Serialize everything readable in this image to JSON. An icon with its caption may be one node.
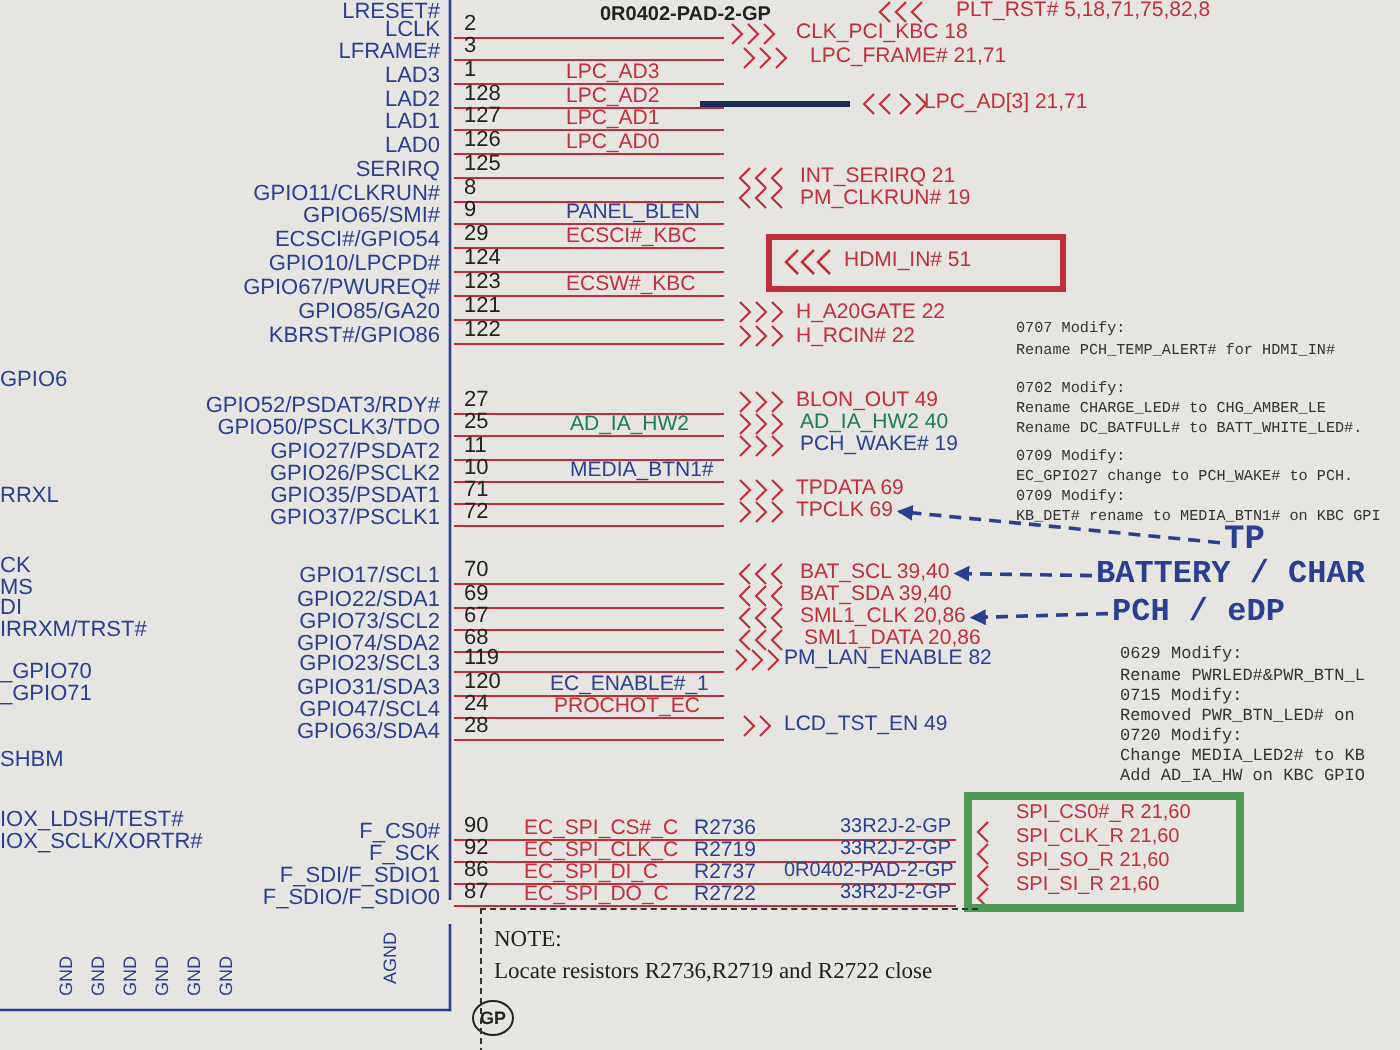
{
  "diagram": {
    "nodes": [
      {
        "text": [
          "HDMI_IN#  51"
        ]
      },
      {
        "text": [
          "SPI_CS0#_R  21,60",
          "SPI_CLK_R  21,60",
          "SPI_SO_R  21,60",
          "SPI_SI_R  21,60"
        ]
      },
      {
        "text": [
          "NOTE:",
          "Locate resistors R2736,R2719 and R2722 close"
        ]
      },
      {
        "text": [
          "TPCLK  69"
        ]
      },
      {
        "text": [
          "TP"
        ]
      },
      {
        "text": [
          "BAT_SCL  39,40"
        ]
      },
      {
        "text": [
          "BATTERY / CHAR"
        ]
      },
      {
        "text": [
          "SML1_CLK  20,86"
        ]
      },
      {
        "text": [
          "PCH / eDP"
        ]
      }
    ],
    "edges": [
      {
        "from": 4,
        "to": 3,
        "arrow": "to",
        "style": "dashed"
      },
      {
        "from": 6,
        "to": 5,
        "arrow": "to",
        "style": "dashed"
      },
      {
        "from": 8,
        "to": 7,
        "arrow": "to",
        "style": "dashed"
      }
    ],
    "labels": [
      "LRESET#",
      "LCLK",
      "LFRAME#",
      "LAD3",
      "LAD2",
      "LAD1",
      "LAD0",
      "SERIRQ",
      "GPIO11/CLKRUN#",
      "GPIO65/SMI#",
      "ECSCI#/GPIO54",
      "GPIO10/LPCPD#",
      "GPIO67/PWUREQ#",
      "GPIO85/GA20",
      "KBRST#/GPIO86",
      "GPIO52/PSDAT3/RDY#",
      "GPIO50/PSCLK3/TDO",
      "GPIO27/PSDAT2",
      "GPIO26/PSCLK2",
      "GPIO35/PSDAT1",
      "GPIO37/PSCLK1",
      "GPIO17/SCL1",
      "GPIO22/SDA1",
      "GPIO73/SCL2",
      "GPIO74/SDA2",
      "GPIO23/SCL3",
      "GPIO31/SDA3",
      "GPIO47/SCL4",
      "GPIO63/SDA4",
      "F_CS0#",
      "F_SCK",
      "F_SDI/F_SDIO1",
      "F_SDIO/F_SDIO0",
      "2",
      "3",
      "1",
      "128",
      "127",
      "126",
      "125",
      "8",
      "9",
      "29",
      "124",
      "123",
      "121",
      "122",
      "27",
      "25",
      "11",
      "10",
      "71",
      "72",
      "70",
      "69",
      "67",
      "68",
      "119",
      "120",
      "24",
      "28",
      "90",
      "92",
      "86",
      "87",
      "GPIO6",
      "RRXL",
      "CK",
      "MS",
      "DI",
      "IRRXM/TRST#",
      "_GPIO70",
      "_GPIO71",
      "SHBM",
      "IOX_LDSH/TEST#",
      "IOX_SCLK/XORTR#",
      "GND",
      "GND",
      "GND",
      "GND",
      "GND",
      "GND",
      "AGND",
      "LPC_AD3",
      "LPC_AD2",
      "LPC_AD1",
      "LPC_AD0",
      "PANEL_BLEN",
      "ECSCI#_KBC",
      "ECSW#_KBC",
      "AD_IA_HW2",
      "MEDIA_BTN1#",
      "EC_ENABLE#_1",
      "PROCHOT_EC",
      "EC_SPI_CS#_C",
      "EC_SPI_CLK_C",
      "EC_SPI_DI_C",
      "EC_SPI_DO_C",
      "0R0402-PAD-2-GP",
      "PLT_RST#  5,18,71,75,82,8",
      "CLK_PCI_KBC  18",
      "LPC_FRAME#  21,71",
      "LPC_AD[3]  21,71",
      "INT_SERIRQ  21",
      "PM_CLKRUN#  19",
      "H_A20GATE  22",
      "H_RCIN#  22",
      "BLON_OUT  49",
      "AD_IA_HW2  40",
      "PCH_WAKE#  19",
      "TPDATA  69",
      "BAT_SDA  39,40",
      "SML1_DATA  20,86",
      "PM_LAN_ENABLE  82",
      "LCD_TST_EN  49",
      "R2736",
      "R2719",
      "R2737",
      "R2722",
      "33R2J-2-GP",
      "33R2J-2-GP",
      "0R0402-PAD-2-GP",
      "33R2J-2-GP",
      "0707 Modify:",
      "Rename PCH_TEMP_ALERT# for HDMI_IN#",
      "0702 Modify:",
      "Rename CHARGE_LED# to CHG_AMBER_LE",
      "Rename DC_BATFULL# to BATT_WHITE_LED#.",
      "0709 Modify:",
      "EC_GPIO27 change to PCH_WAKE# to PCH.",
      "0709 Modify:",
      "KB_DET# rename to MEDIA_BTN1# on KBC GPI",
      "0629 Modify:",
      "Rename PWRLED#&PWR_BTN_L",
      "0715 Modify:",
      "Removed PWR_BTN_LED# on",
      "0720 Modify:",
      "Change MEDIA_LED2# to KB",
      "Add AD_IA_HW on KBC GPIO",
      "GP"
    ]
  }
}
